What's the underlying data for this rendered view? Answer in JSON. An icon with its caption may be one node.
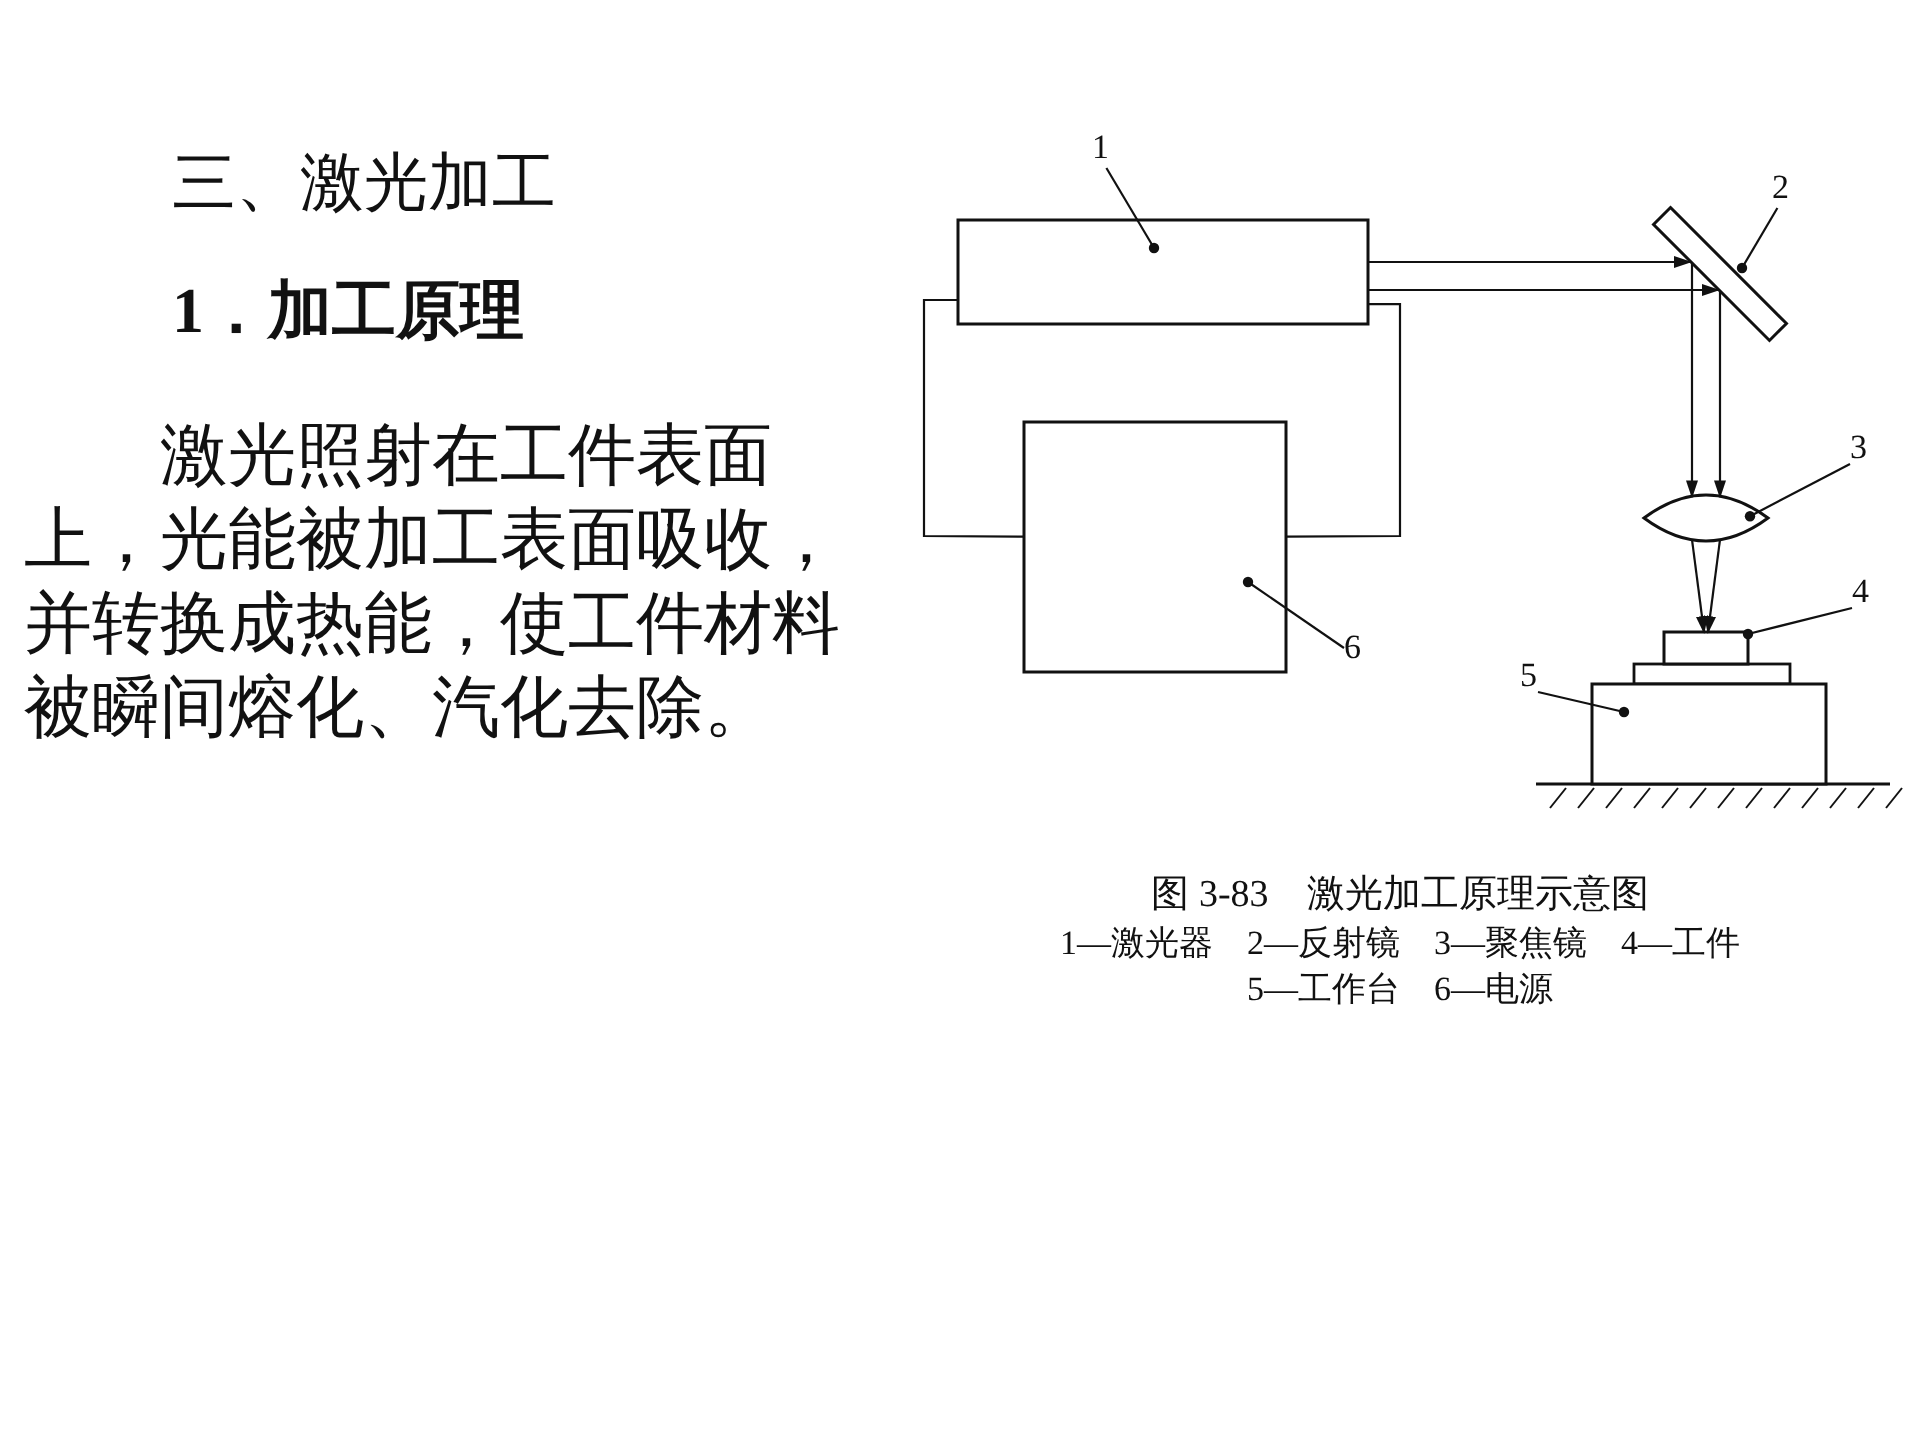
{
  "diagram": {
    "title": "三、激光加工",
    "caption": "图 3-83　激光加工原理示意图",
    "nodes": [
      {
        "text": [
          "1"
        ]
      },
      {
        "text": [],
        "shape": "box"
      },
      {
        "text": [
          "2"
        ]
      },
      {
        "text": [],
        "shape": "bar"
      },
      {
        "text": [
          "3"
        ]
      },
      {
        "text": [],
        "shape": "lens"
      },
      {
        "text": [
          "4"
        ]
      },
      {
        "text": [],
        "shape": "box"
      },
      {
        "text": [
          "5"
        ]
      },
      {
        "text": [],
        "shape": "box"
      },
      {
        "text": [
          "6"
        ]
      },
      {
        "text": [],
        "shape": "box"
      }
    ],
    "edges": [
      {
        "from": 0,
        "to": 1,
        "arrow": "other"
      },
      {
        "from": 2,
        "to": 3,
        "arrow": "other"
      },
      {
        "from": 4,
        "to": 5,
        "arrow": "other"
      },
      {
        "from": 6,
        "to": 7,
        "arrow": "other"
      },
      {
        "from": 8,
        "to": 9,
        "arrow": "other"
      },
      {
        "from": 10,
        "to": 11,
        "arrow": "other"
      },
      {
        "from": 1,
        "to": 3,
        "arrow": "to"
      },
      {
        "from": 1,
        "to": 3,
        "arrow": "to"
      },
      {
        "from": 3,
        "to": 5,
        "arrow": "to"
      },
      {
        "from": 3,
        "to": 5,
        "arrow": "to"
      },
      {
        "from": 5,
        "to": 7,
        "arrow": "to"
      },
      {
        "from": 5,
        "to": 7,
        "arrow": "to"
      },
      {
        "from": 1,
        "to": 11,
        "arrow": "none"
      },
      {
        "from": 1,
        "to": 11,
        "arrow": "none"
      }
    ],
    "labels": [
      "1．加工原理",
      "激光照射在工件表面上，光能被加工表面吸收，并转换成热能，使工件材料被瞬间熔化、汽化去除。",
      "1—激光器　2—反射镜　3—聚焦镜　4—工件",
      "5—工作台　6—电源"
    ]
  }
}
